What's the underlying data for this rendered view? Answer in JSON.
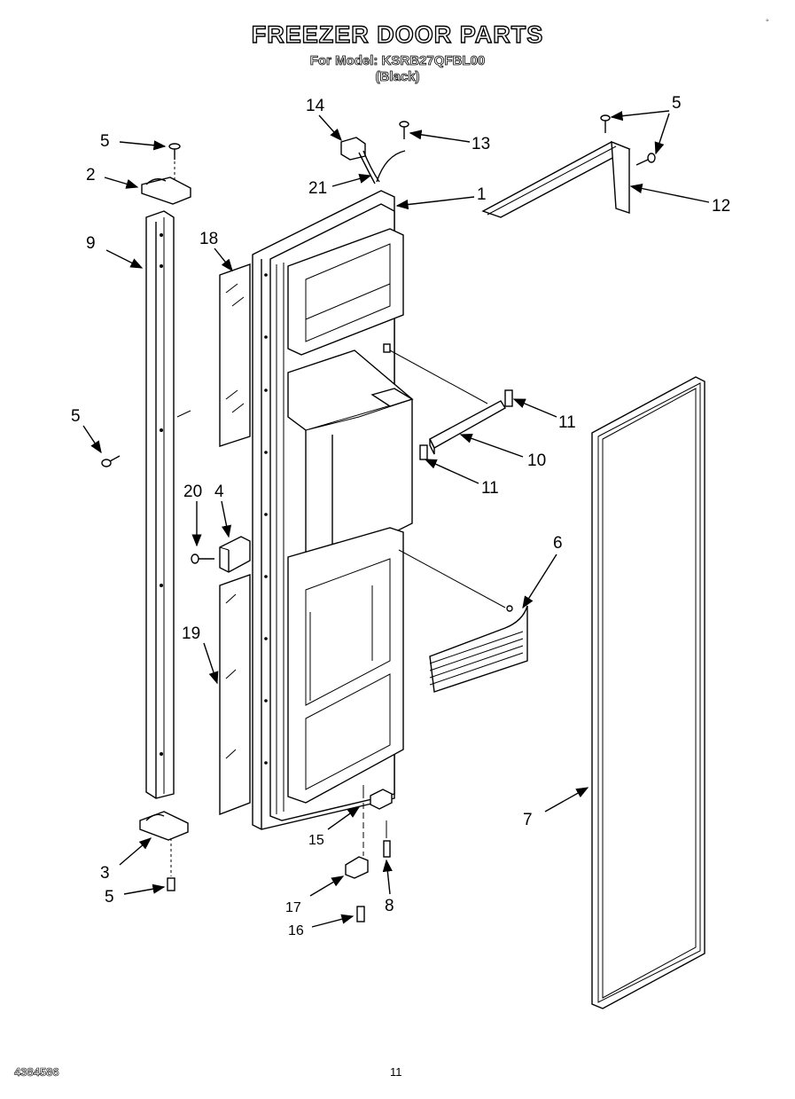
{
  "title": "FREEZER DOOR PARTS",
  "model_line": "For Model: KSRB27QFBL00",
  "color_line": "(Black)",
  "document_number": "4384586",
  "page_number": "11",
  "corner_mark": "◦",
  "callouts": {
    "c1": "1",
    "c2": "2",
    "c3": "3",
    "c4": "4",
    "c5a": "5",
    "c5b": "5",
    "c5c": "5",
    "c5d": "5",
    "c6": "6",
    "c7": "7",
    "c8": "8",
    "c9": "9",
    "c10": "10",
    "c11a": "11",
    "c11b": "11",
    "c12": "12",
    "c13": "13",
    "c14": "14",
    "c15": "15",
    "c16": "16",
    "c17": "17",
    "c18": "18",
    "c19": "19",
    "c20": "20",
    "c21": "21"
  }
}
